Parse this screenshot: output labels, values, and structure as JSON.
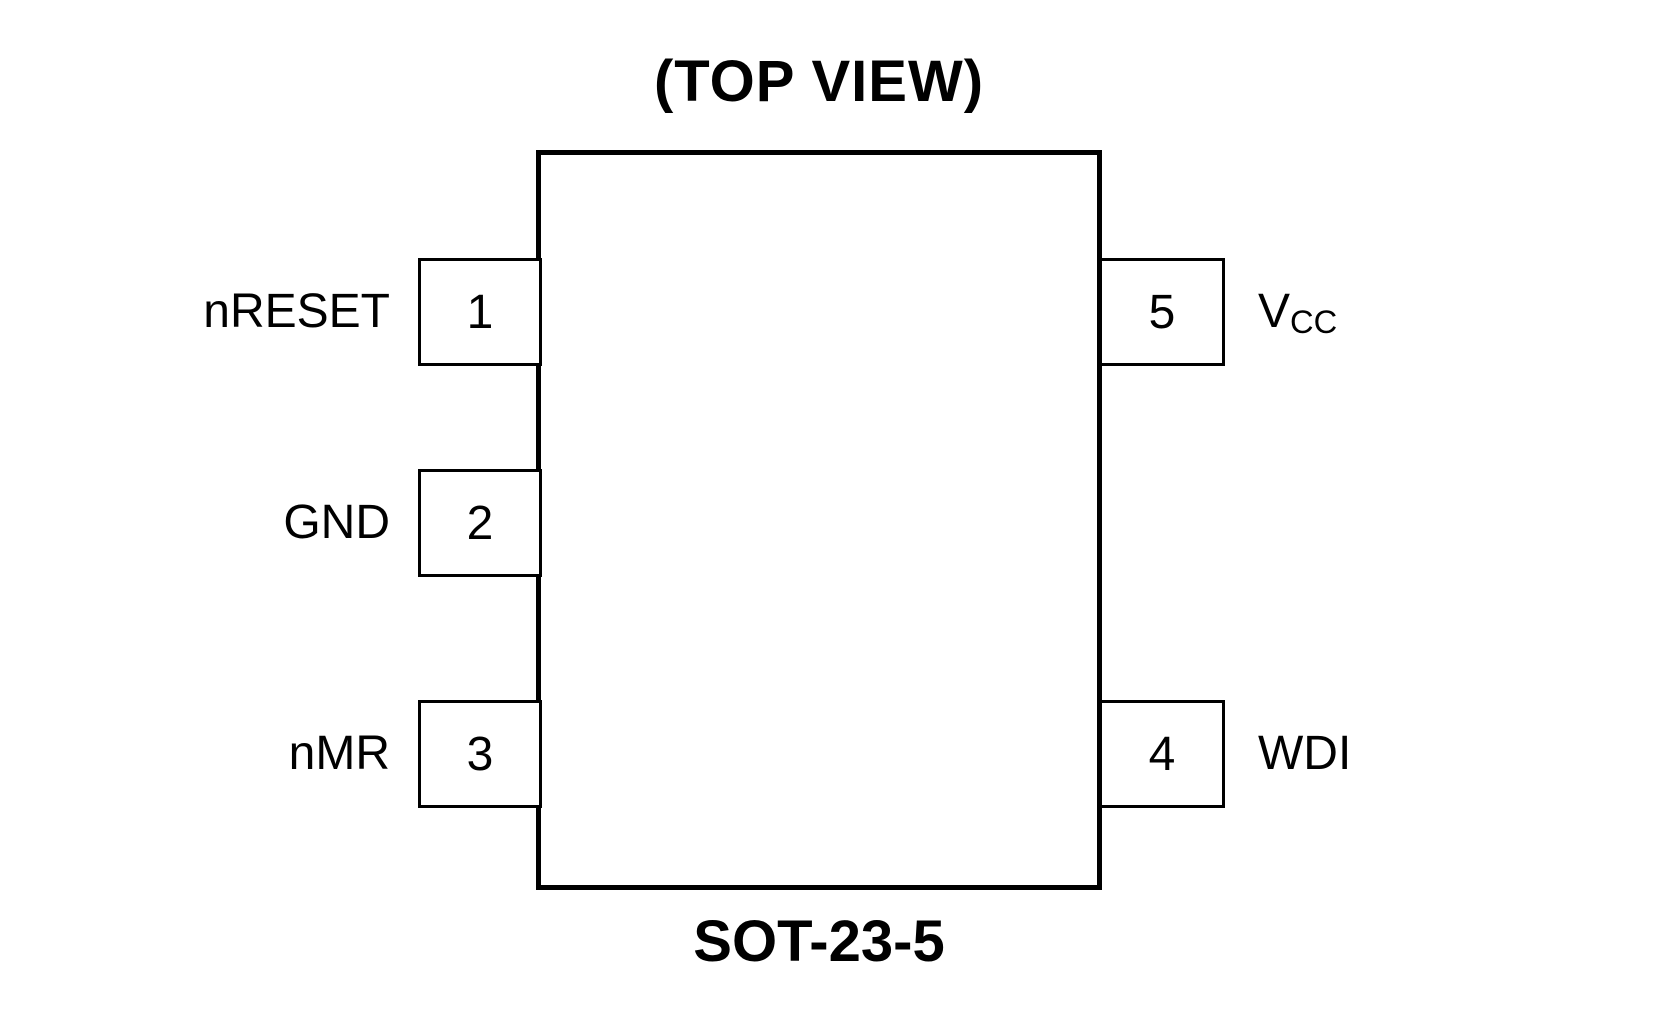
{
  "title": "(TOP VIEW)",
  "package_name": "SOT-23-5",
  "colors": {
    "line": "#000000",
    "background": "#ffffff",
    "text": "#000000"
  },
  "pins": {
    "left": [
      {
        "number": "1",
        "label": "nRESET"
      },
      {
        "number": "2",
        "label": "GND"
      },
      {
        "number": "3",
        "label": "nMR"
      }
    ],
    "right": [
      {
        "number": "5",
        "label_base": "V",
        "label_sub": "CC"
      },
      {
        "number": "4",
        "label_base": "WDI",
        "label_sub": ""
      }
    ]
  }
}
